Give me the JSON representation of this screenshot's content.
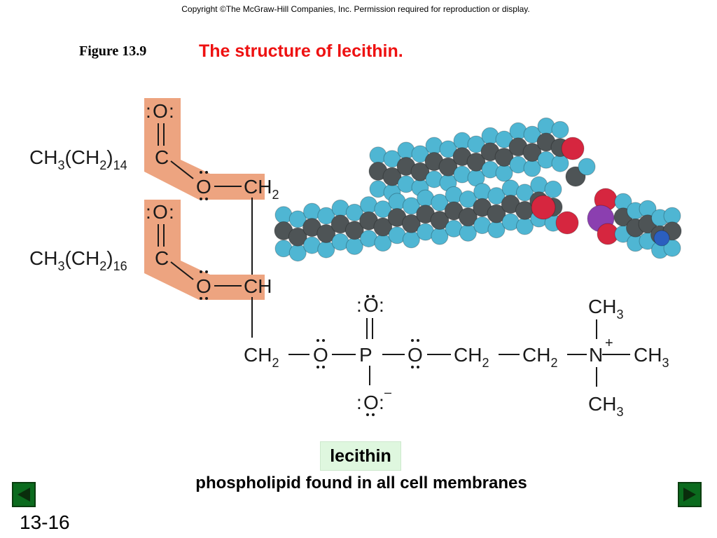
{
  "header": {
    "copyright": "Copyright ©The McGraw-Hill Companies, Inc.  Permission required for reproduction or display."
  },
  "figure": {
    "label": "Figure 13.9",
    "title": "The structure of lecithin.",
    "title_color": "#ee1111"
  },
  "structure": {
    "chain1": {
      "prefix": "CH",
      "sub1": "3",
      "mid": "(CH",
      "sub2": "2",
      "close": ")",
      "count": "14",
      "carbon": "C",
      "carbonyl_oxygen": "O",
      "ester_oxygen": "O",
      "backbone": "CH",
      "backbone_sub": "2"
    },
    "chain2": {
      "prefix": "CH",
      "sub1": "3",
      "mid": "(CH",
      "sub2": "2",
      "close": ")",
      "count": "16",
      "carbon": "C",
      "carbonyl_oxygen": "O",
      "ester_oxygen": "O",
      "backbone": "CH"
    },
    "headgroup": {
      "ch2_a": "CH",
      "ch2_a_sub": "2",
      "o1": "O",
      "phosphorus": "P",
      "o_top": "O",
      "o_bottom": "O",
      "o_bottom_charge": "–",
      "o2": "O",
      "ch2_b": "CH",
      "ch2_b_sub": "2",
      "ch2_c": "CH",
      "ch2_c_sub": "2",
      "nitrogen": "N",
      "n_charge": "+",
      "methyl_top": "CH",
      "methyl_top_sub": "3",
      "methyl_right": "CH",
      "methyl_right_sub": "3",
      "methyl_bottom": "CH",
      "methyl_bottom_sub": "3"
    },
    "highlight_color": "#eda480",
    "atom_colors": {
      "hydrogen": "#4fb6d3",
      "carbon": "#4e5456",
      "oxygen": "#d6263f",
      "phosphorus": "#8b3fb0",
      "nitrogen": "#2b5fbf"
    }
  },
  "caption": {
    "term": "lecithin",
    "description": "phospholipid found in all cell membranes"
  },
  "navigation": {
    "previous_icon": "triangle-left-icon",
    "next_icon": "triangle-right-icon",
    "slide_number": "13-16",
    "button_color": "#0b6b1e"
  }
}
